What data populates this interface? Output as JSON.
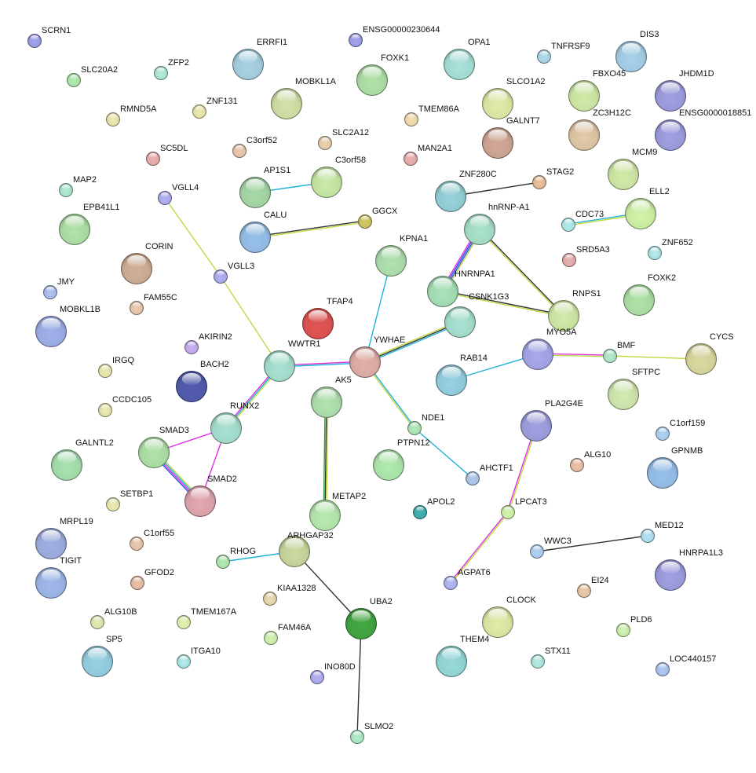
{
  "network": {
    "nodes": [
      {
        "id": "SCRN1",
        "color": "#9a9ae0",
        "size": "small"
      },
      {
        "id": "SLC20A2",
        "color": "#a8e0a8",
        "size": "small"
      },
      {
        "id": "ZFP2",
        "color": "#a8e0d0",
        "size": "small"
      },
      {
        "id": "RMND5A",
        "color": "#e0e0a8",
        "size": "small"
      },
      {
        "id": "ZNF131",
        "color": "#e0e0a8",
        "size": "small"
      },
      {
        "id": "SC5DL",
        "color": "#e0a8a8",
        "size": "small"
      },
      {
        "id": "C3orf52",
        "color": "#e0c0a8",
        "size": "small"
      },
      {
        "id": "ENSG00000230644",
        "color": "#9a9ae0",
        "size": "small"
      },
      {
        "id": "TMEM86A",
        "color": "#e8d4a8",
        "size": "small"
      },
      {
        "id": "SLC2A12",
        "color": "#e0c8a8",
        "size": "small"
      },
      {
        "id": "MAN2A1",
        "color": "#e0a8a8",
        "size": "small"
      },
      {
        "id": "TNFRSF9",
        "color": "#a8d0e0",
        "size": "small"
      },
      {
        "id": "MAP2",
        "color": "#a8e0c8",
        "size": "small"
      },
      {
        "id": "VGLL4",
        "color": "#a8a8e8",
        "size": "small"
      },
      {
        "id": "GGCX",
        "color": "#c8c060",
        "size": "small"
      },
      {
        "id": "STAG2",
        "color": "#e0b890",
        "size": "small"
      },
      {
        "id": "CDC73",
        "color": "#a8e0e0",
        "size": "small"
      },
      {
        "id": "SRD5A3",
        "color": "#e0a8a8",
        "size": "small"
      },
      {
        "id": "ZNF652",
        "color": "#a8e0e0",
        "size": "small"
      },
      {
        "id": "VGLL3",
        "color": "#a8a8e8",
        "size": "small"
      },
      {
        "id": "JMY",
        "color": "#a8b8e8",
        "size": "small"
      },
      {
        "id": "FAM55C",
        "color": "#e0c0a8",
        "size": "small"
      },
      {
        "id": "AKIRIN2",
        "color": "#c0a8e8",
        "size": "small"
      },
      {
        "id": "IRGQ",
        "color": "#e0e0a8",
        "size": "small"
      },
      {
        "id": "CCDC105",
        "color": "#e0e0a8",
        "size": "small"
      },
      {
        "id": "BMF",
        "color": "#a8e0c0",
        "size": "small"
      },
      {
        "id": "NDE1",
        "color": "#a8e0b0",
        "size": "small"
      },
      {
        "id": "C1orf159",
        "color": "#a8c8e8",
        "size": "small"
      },
      {
        "id": "ALG10",
        "color": "#e0b8a0",
        "size": "small"
      },
      {
        "id": "AHCTF1",
        "color": "#a8c0e0",
        "size": "small"
      },
      {
        "id": "SETBP1",
        "color": "#e0e0a8",
        "size": "small"
      },
      {
        "id": "APOL2",
        "color": "#40a8a8",
        "size": "small"
      },
      {
        "id": "LPCAT3",
        "color": "#c8e8a0",
        "size": "small"
      },
      {
        "id": "C1orf55",
        "color": "#e0c0a8",
        "size": "small"
      },
      {
        "id": "MED12",
        "color": "#a8d8e8",
        "size": "small"
      },
      {
        "id": "WWC3",
        "color": "#a8c8e8",
        "size": "small"
      },
      {
        "id": "RHOG",
        "color": "#a8e0a8",
        "size": "small"
      },
      {
        "id": "AGPAT6",
        "color": "#a8b0e8",
        "size": "small"
      },
      {
        "id": "GFOD2",
        "color": "#e0b8a0",
        "size": "small"
      },
      {
        "id": "EI24",
        "color": "#e0c0a0",
        "size": "small"
      },
      {
        "id": "KIAA1328",
        "color": "#e0d0a8",
        "size": "small"
      },
      {
        "id": "ALG10B",
        "color": "#d8e0a8",
        "size": "small"
      },
      {
        "id": "TMEM167A",
        "color": "#d8e8a8",
        "size": "small"
      },
      {
        "id": "PLD6",
        "color": "#c8e8a8",
        "size": "small"
      },
      {
        "id": "FAM46A",
        "color": "#c8e8a8",
        "size": "small"
      },
      {
        "id": "ITGA10",
        "color": "#a8e0e0",
        "size": "small"
      },
      {
        "id": "STX11",
        "color": "#a8e0d8",
        "size": "small"
      },
      {
        "id": "INO80D",
        "color": "#a8a8e8",
        "size": "small"
      },
      {
        "id": "LOC440157",
        "color": "#a8c0e8",
        "size": "small"
      },
      {
        "id": "SLMO2",
        "color": "#a8e0c0",
        "size": "small"
      },
      {
        "id": "ERRFI1",
        "color": "#a0c8d8",
        "size": "large"
      },
      {
        "id": "FOXK1",
        "color": "#a8d8a0",
        "size": "large"
      },
      {
        "id": "OPA1",
        "color": "#a0d8d0",
        "size": "large"
      },
      {
        "id": "DIS3",
        "color": "#a0c8e0",
        "size": "large"
      },
      {
        "id": "MOBKL1A",
        "color": "#c8d8a0",
        "size": "large"
      },
      {
        "id": "SLCO1A2",
        "color": "#d8e0a0",
        "size": "large"
      },
      {
        "id": "FBXO45",
        "color": "#c8e0a0",
        "size": "large"
      },
      {
        "id": "JHDM1D",
        "color": "#9898d8",
        "size": "large"
      },
      {
        "id": "GALNT7",
        "color": "#c8a090",
        "size": "large"
      },
      {
        "id": "ZC3H12C",
        "color": "#d8c0a0",
        "size": "large"
      },
      {
        "id": "ENSG0000018851",
        "color": "#9898d8",
        "size": "large"
      },
      {
        "id": "AP1S1",
        "color": "#a0d0a0",
        "size": "large"
      },
      {
        "id": "C3orf58",
        "color": "#c0e0a0",
        "size": "large"
      },
      {
        "id": "MCM9",
        "color": "#c8e0a0",
        "size": "large"
      },
      {
        "id": "ZNF280C",
        "color": "#90c8d0",
        "size": "large"
      },
      {
        "id": "CALU",
        "color": "#90b8e0",
        "size": "large"
      },
      {
        "id": "hnRNP-A1",
        "color": "#a0d8c0",
        "size": "large"
      },
      {
        "id": "ELL2",
        "color": "#c8e8a0",
        "size": "large"
      },
      {
        "id": "EPB41L1",
        "color": "#a8d8a0",
        "size": "large"
      },
      {
        "id": "KPNA1",
        "color": "#a8d8a8",
        "size": "large"
      },
      {
        "id": "CORIN",
        "color": "#c8a890",
        "size": "large"
      },
      {
        "id": "HNRNPA1",
        "color": "#a0d8b0",
        "size": "large"
      },
      {
        "id": "FOXK2",
        "color": "#a8d8a0",
        "size": "large"
      },
      {
        "id": "MOBKL1B",
        "color": "#98a8e0",
        "size": "large"
      },
      {
        "id": "TFAP4",
        "color": "#d85050",
        "size": "large"
      },
      {
        "id": "CSNK1G3",
        "color": "#a0d8c8",
        "size": "large"
      },
      {
        "id": "RNPS1",
        "color": "#c8e0a0",
        "size": "large"
      },
      {
        "id": "MYO5A",
        "color": "#a0a0e0",
        "size": "large"
      },
      {
        "id": "CYCS",
        "color": "#d0d098",
        "size": "large"
      },
      {
        "id": "WWTR1",
        "color": "#a0d8c8",
        "size": "large"
      },
      {
        "id": "YWHAE",
        "color": "#d8a8a0",
        "size": "large"
      },
      {
        "id": "BACH2",
        "color": "#5058a8",
        "size": "large"
      },
      {
        "id": "RAB14",
        "color": "#90c8d8",
        "size": "large"
      },
      {
        "id": "AK5",
        "color": "#a8d8a8",
        "size": "large"
      },
      {
        "id": "SFTPC",
        "color": "#c8e0a8",
        "size": "large"
      },
      {
        "id": "RUNX2",
        "color": "#a0d8c8",
        "size": "large"
      },
      {
        "id": "PLA2G4E",
        "color": "#9898d8",
        "size": "large"
      },
      {
        "id": "SMAD3",
        "color": "#a8d8a0",
        "size": "large"
      },
      {
        "id": "GALNTL2",
        "color": "#a0d8a8",
        "size": "large"
      },
      {
        "id": "GPNMB",
        "color": "#90b8e0",
        "size": "large"
      },
      {
        "id": "PTPN12",
        "color": "#a8e0a8",
        "size": "large"
      },
      {
        "id": "SMAD2",
        "color": "#d8a0a8",
        "size": "large"
      },
      {
        "id": "METAP2",
        "color": "#b0e0a8",
        "size": "large"
      },
      {
        "id": "MRPL19",
        "color": "#98a8d8",
        "size": "large"
      },
      {
        "id": "ARHGAP32",
        "color": "#c0d098",
        "size": "large"
      },
      {
        "id": "TIGIT",
        "color": "#98b0e0",
        "size": "large"
      },
      {
        "id": "HNRPA1L3",
        "color": "#9898d8",
        "size": "large"
      },
      {
        "id": "UBA2",
        "color": "#40a040",
        "size": "large"
      },
      {
        "id": "CLOCK",
        "color": "#d8e0a0",
        "size": "large"
      },
      {
        "id": "SP5",
        "color": "#90c8d8",
        "size": "large"
      },
      {
        "id": "THEM4",
        "color": "#90d0d0",
        "size": "large"
      }
    ],
    "edge_colors": {
      "coexpression": "#333333",
      "textmining": "#c0d840",
      "database": "#20b0d8",
      "experiment": "#e030e0",
      "neighborhood": "#3050e0",
      "homology": "#30a030"
    },
    "edges": [
      {
        "a": "VGLL4",
        "b": "VGLL3",
        "channels": [
          "textmining"
        ]
      },
      {
        "a": "VGLL3",
        "b": "WWTR1",
        "channels": [
          "textmining"
        ]
      },
      {
        "a": "CALU",
        "b": "GGCX",
        "channels": [
          "coexpression",
          "textmining"
        ]
      },
      {
        "a": "AP1S1",
        "b": "C3orf58",
        "channels": [
          "database"
        ]
      },
      {
        "a": "ZNF280C",
        "b": "STAG2",
        "channels": [
          "coexpression"
        ]
      },
      {
        "a": "CDC73",
        "b": "ELL2",
        "channels": [
          "database",
          "textmining"
        ]
      },
      {
        "a": "hnRNP-A1",
        "b": "HNRNPA1",
        "channels": [
          "textmining",
          "neighborhood",
          "neighborhood",
          "experiment"
        ]
      },
      {
        "a": "hnRNP-A1",
        "b": "RNPS1",
        "channels": [
          "coexpression",
          "textmining"
        ]
      },
      {
        "a": "HNRNPA1",
        "b": "RNPS1",
        "channels": [
          "coexpression",
          "textmining"
        ]
      },
      {
        "a": "KPNA1",
        "b": "YWHAE",
        "channels": [
          "database"
        ]
      },
      {
        "a": "YWHAE",
        "b": "CSNK1G3",
        "channels": [
          "textmining",
          "coexpression",
          "database"
        ]
      },
      {
        "a": "WWTR1",
        "b": "YWHAE",
        "channels": [
          "experiment",
          "database"
        ]
      },
      {
        "a": "WWTR1",
        "b": "RUNX2",
        "channels": [
          "textmining",
          "database",
          "experiment"
        ]
      },
      {
        "a": "YWHAE",
        "b": "NDE1",
        "channels": [
          "database",
          "textmining"
        ]
      },
      {
        "a": "NDE1",
        "b": "AHCTF1",
        "channels": [
          "database"
        ]
      },
      {
        "a": "RAB14",
        "b": "MYO5A",
        "channels": [
          "database"
        ]
      },
      {
        "a": "MYO5A",
        "b": "BMF",
        "channels": [
          "experiment",
          "textmining"
        ]
      },
      {
        "a": "BMF",
        "b": "CYCS",
        "channels": [
          "textmining"
        ]
      },
      {
        "a": "AK5",
        "b": "METAP2",
        "channels": [
          "textmining",
          "coexpression",
          "homology"
        ]
      },
      {
        "a": "RUNX2",
        "b": "SMAD3",
        "channels": [
          "experiment"
        ]
      },
      {
        "a": "RUNX2",
        "b": "SMAD2",
        "channels": [
          "experiment"
        ]
      },
      {
        "a": "SMAD3",
        "b": "SMAD2",
        "channels": [
          "textmining",
          "database",
          "experiment",
          "neighborhood"
        ]
      },
      {
        "a": "PLA2G4E",
        "b": "LPCAT3",
        "channels": [
          "textmining",
          "experiment"
        ]
      },
      {
        "a": "LPCAT3",
        "b": "AGPAT6",
        "channels": [
          "textmining",
          "experiment"
        ]
      },
      {
        "a": "WWC3",
        "b": "MED12",
        "channels": [
          "coexpression"
        ]
      },
      {
        "a": "RHOG",
        "b": "ARHGAP32",
        "channels": [
          "database"
        ]
      },
      {
        "a": "ARHGAP32",
        "b": "UBA2",
        "channels": [
          "coexpression"
        ]
      },
      {
        "a": "UBA2",
        "b": "SLMO2",
        "channels": [
          "coexpression"
        ]
      }
    ]
  }
}
